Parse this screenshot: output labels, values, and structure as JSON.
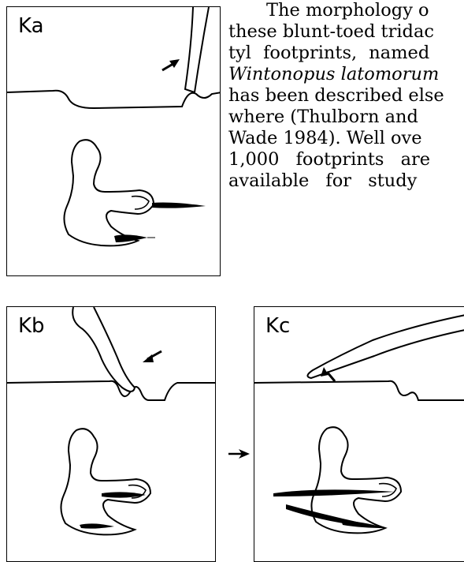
{
  "panels": {
    "ka": {
      "label": "Ka"
    },
    "kb": {
      "label": "Kb"
    },
    "kc": {
      "label": "Kc"
    }
  },
  "text": {
    "lines": [
      "The morphology o",
      "these blunt-toed tridac",
      "tyl footprints, named",
      "Wintonopus latomorum",
      "has been described else",
      "where (Thulborn and",
      "Wade 1984). Well ove",
      "1,000 footprints are",
      "available for study"
    ]
  },
  "colors": {
    "ink": "#000000",
    "paper": "#ffffff"
  },
  "icons": {
    "sequence_arrow": "arrow-right-icon",
    "motion_arrow": "arrow-icon"
  }
}
